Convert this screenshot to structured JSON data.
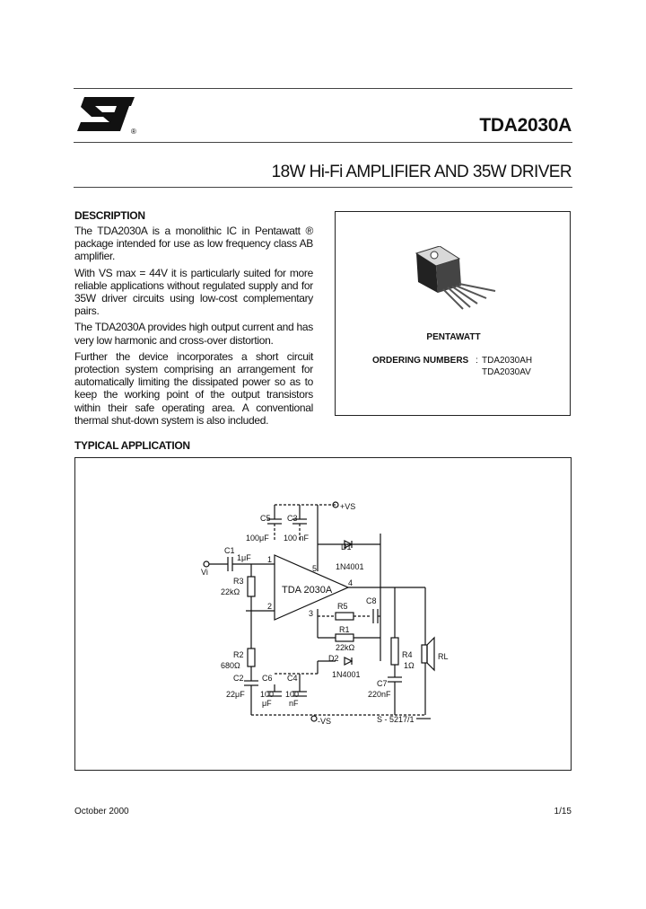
{
  "header": {
    "part_number": "TDA2030A",
    "title": "18W Hi-Fi AMPLIFIER AND 35W DRIVER",
    "logo_registered_mark": "®"
  },
  "description": {
    "heading": "DESCRIPTION",
    "paragraphs": [
      "The TDA2030A is a monolithic IC in Pentawatt ® package intended for use as low frequency class AB amplifier.",
      "With VS max = 44V it is particularly suited for more reliable applications without regulated supply and for 35W driver circuits using low-cost complementary pairs.",
      "The TDA2030A provides high output current and has very low harmonic and cross-over distortion.",
      "Further the device incorporates a short circuit protection system comprising an arrangement for automatically limiting the dissipated power so as to keep the working point of the output transistors within their safe operating area. A conventional thermal shut-down system is also included."
    ]
  },
  "package": {
    "name": "PENTAWATT",
    "ordering_label": "ORDERING NUMBERS",
    "ordering_sep": ":",
    "ordering_numbers": [
      "TDA2030AH",
      "TDA2030AV"
    ]
  },
  "typical_application": {
    "heading": "TYPICAL APPLICATION",
    "labels": {
      "ic": "TDA 2030A",
      "vs_pos": "+VS",
      "vs_neg": "-VS",
      "vi": "Vi",
      "c1": "C1",
      "c1_val": "1μF",
      "r3": "R3",
      "r3_val": "22kΩ",
      "r2": "R2",
      "r2_val": "680Ω",
      "c2": "C2",
      "c2_val": "22μF",
      "c5": "C5",
      "c5_val": "100μF",
      "c3": "C3",
      "c3_val": "100 nF",
      "c6": "C6",
      "c6_val_a": "100",
      "c6_val_b": "μF",
      "c4": "C4",
      "c4_val_a": "100",
      "c4_val_b": "nF",
      "d1": "D1",
      "d1_val": "1N4001",
      "d2": "D2",
      "d2_val": "1N4001",
      "r5": "R5",
      "c8": "C8",
      "r1": "R1",
      "r1_val": "22kΩ",
      "r4": "R4",
      "r4_val": "1Ω",
      "c7": "C7",
      "c7_val": "220nF",
      "rl": "RL",
      "pin1": "1",
      "pin2": "2",
      "pin3": "3",
      "pin4": "4",
      "pin5": "5",
      "code": "S - 5217/1"
    }
  },
  "footer": {
    "date": "October 2000",
    "page": "1/15"
  }
}
